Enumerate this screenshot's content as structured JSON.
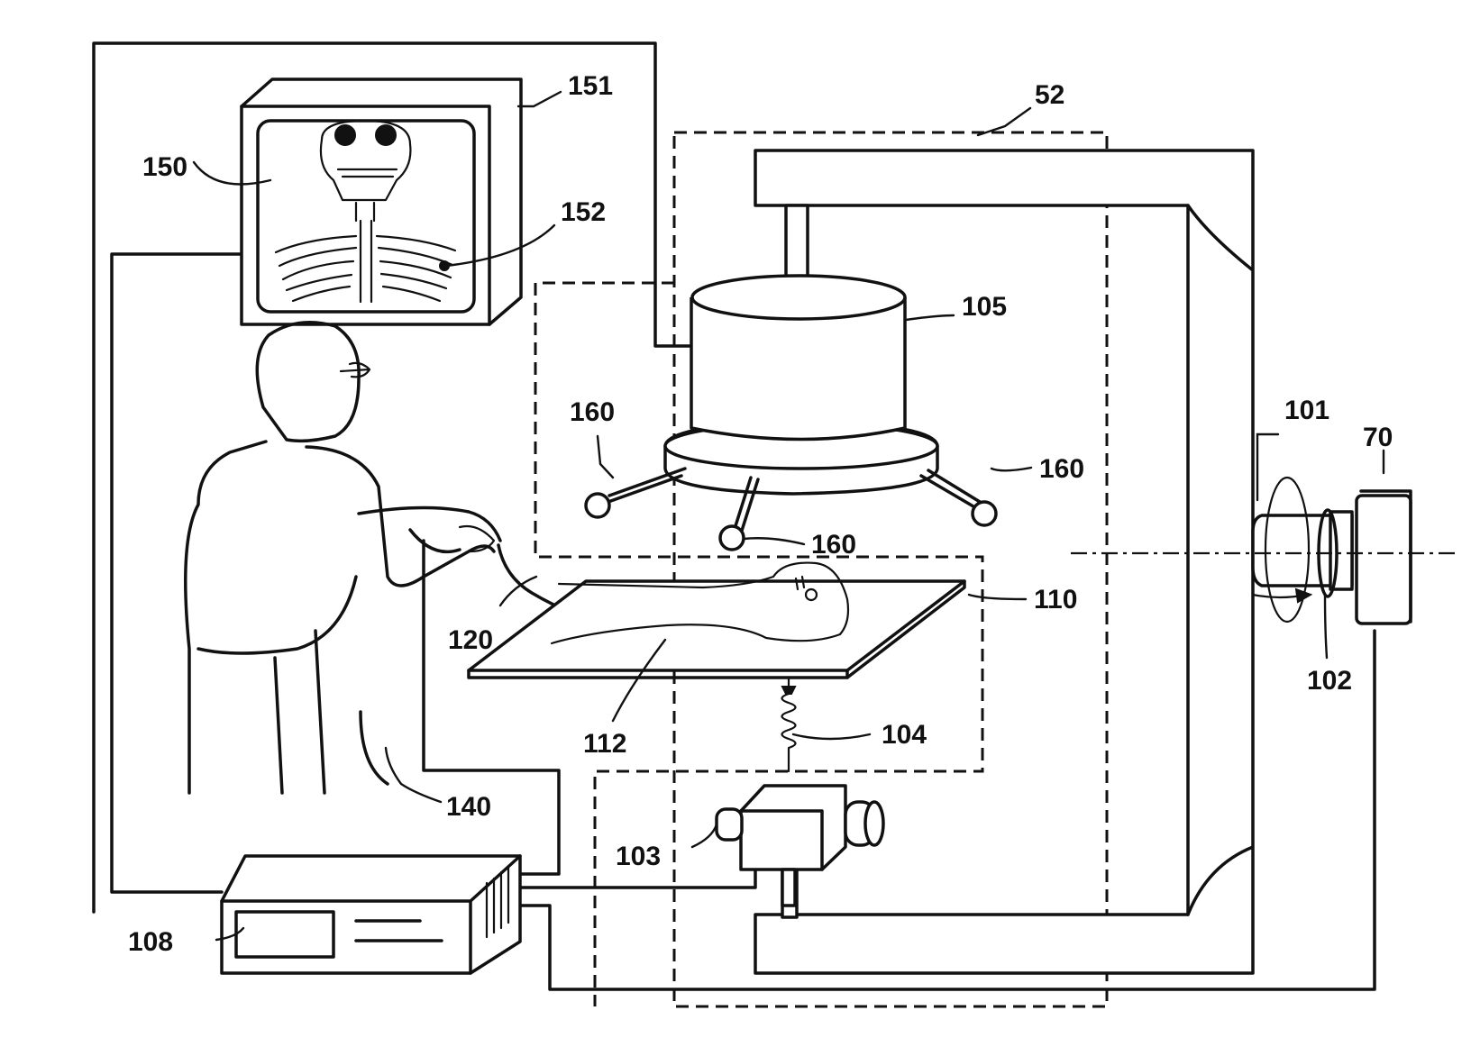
{
  "labels": {
    "l52": "52",
    "l70": "70",
    "l101": "101",
    "l102": "102",
    "l103": "103",
    "l104": "104",
    "l105": "105",
    "l108": "108",
    "l110": "110",
    "l112": "112",
    "l120": "120",
    "l140": "140",
    "l150": "150",
    "l151": "151",
    "l152": "152",
    "l160a": "160",
    "l160b": "160",
    "l160c": "160"
  }
}
